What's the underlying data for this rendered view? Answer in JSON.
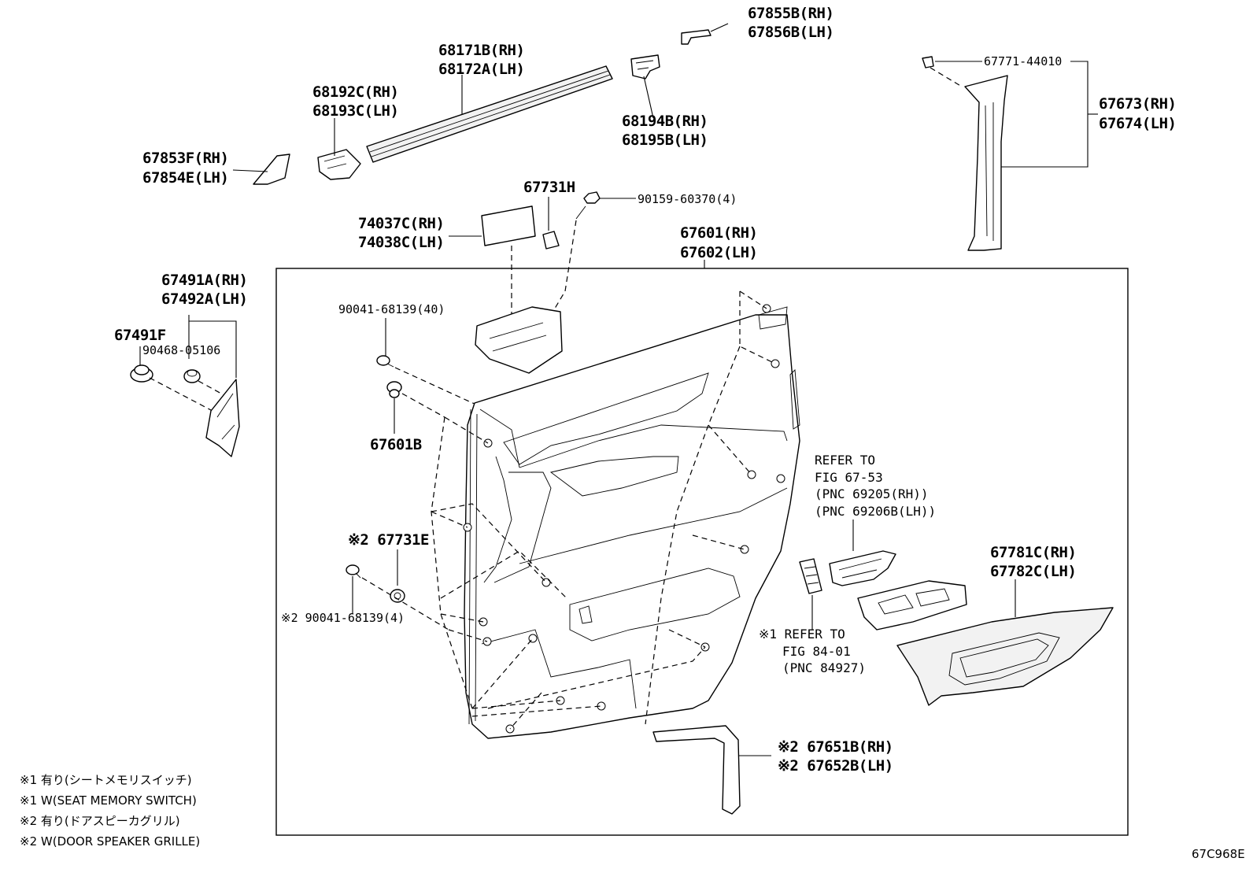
{
  "diagram_code": "67C968E",
  "labels": {
    "p67855_56": [
      "67855B(RH)",
      "67856B(LH)"
    ],
    "p68171_72": [
      "68171B(RH)",
      "68172A(LH)"
    ],
    "p68192_93": [
      "68192C(RH)",
      "68193C(LH)"
    ],
    "p68194_95": [
      "68194B(RH)",
      "68195B(LH)"
    ],
    "p67853_54": [
      "67853F(RH)",
      "67854E(LH)"
    ],
    "p67771": "67771-44010",
    "p67673_74": [
      "67673(RH)",
      "67674(LH)"
    ],
    "p67731H": "67731H",
    "p90159": "90159-60370(4)",
    "p74037_38": [
      "74037C(RH)",
      "74038C(LH)"
    ],
    "p67601_02": [
      "67601(RH)",
      "67602(LH)"
    ],
    "p67491_92": [
      "67491A(RH)",
      "67492A(LH)"
    ],
    "p67491F": "67491F",
    "p90468": "90468-05106",
    "p90041_40": "90041-68139(40)",
    "p67601B": "67601B",
    "p67731E": "※2 67731E",
    "p90041_4": "※2 90041-68139(4)",
    "ref_67_53": [
      "REFER TO",
      "FIG 67-53",
      "(PNC 69205(RH))",
      "(PNC 69206B(LH))"
    ],
    "ref_84_01": [
      "※1 REFER TO",
      "FIG 84-01",
      "(PNC 84927)"
    ],
    "p67781_82": [
      "67781C(RH)",
      "67782C(LH)"
    ],
    "p67651_52": [
      "※2 67651B(RH)",
      "※2 67652B(LH)"
    ]
  },
  "notes": [
    "※1 有り(シートメモリスイッチ)",
    "※1 W(SEAT MEMORY SWITCH)",
    "※2 有り(ドアスピーカグリル)",
    "※2 W(DOOR SPEAKER GRILLE)"
  ]
}
